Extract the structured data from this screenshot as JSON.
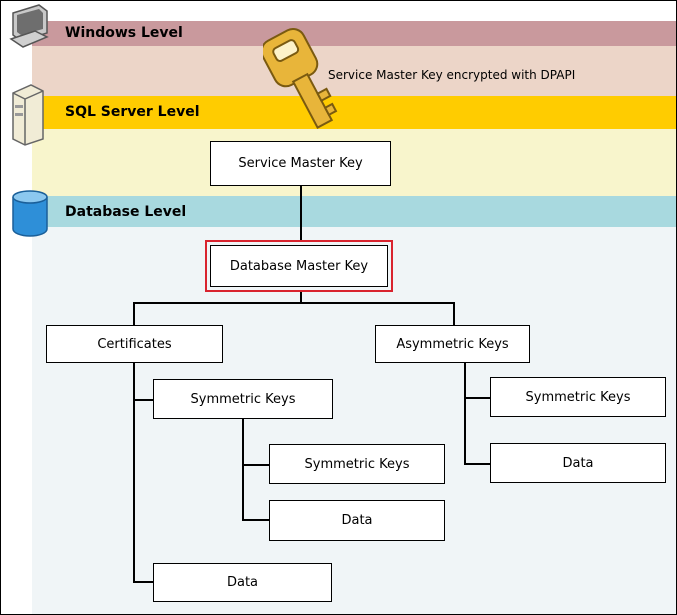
{
  "levels": {
    "windows": {
      "label": "Windows Level",
      "color": "#c9999d"
    },
    "sql_server": {
      "label": "SQL Server Level",
      "color": "#ffcc00"
    },
    "database": {
      "label": "Database Level",
      "color": "#a8d9df"
    }
  },
  "annotation": "Service Master Key encrypted with DPAPI",
  "nodes": {
    "service_master_key": "Service Master Key",
    "database_master_key": "Database Master Key",
    "certificates": "Certificates",
    "asymmetric_keys": "Asymmetric Keys",
    "cert_symmetric_keys": "Symmetric Keys",
    "cert_sym_symmetric_keys": "Symmetric Keys",
    "cert_sym_data": "Data",
    "cert_data": "Data",
    "asym_symmetric_keys": "Symmetric Keys",
    "asym_data": "Data"
  },
  "icons": {
    "windows": "computer-icon",
    "sql_server": "server-tower-icon",
    "database": "database-cylinder-icon",
    "key": "key-icon"
  },
  "highlight_color": "#d9232e"
}
